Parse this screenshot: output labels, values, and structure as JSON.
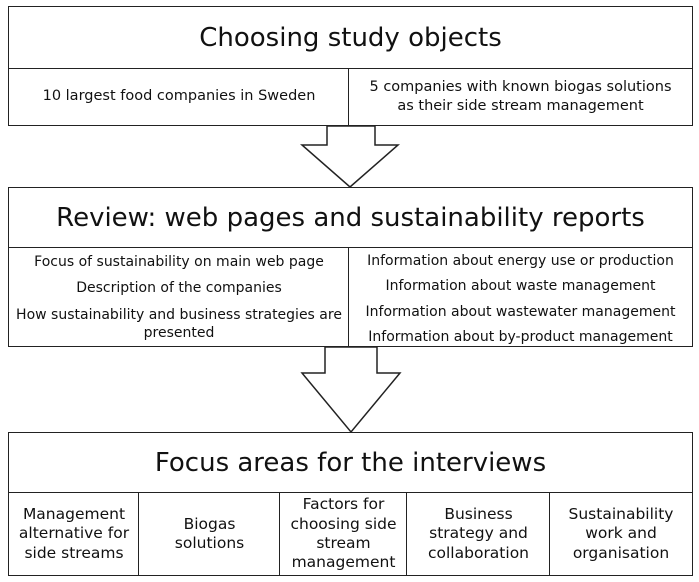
{
  "stage1": {
    "title": "Choosing study objects",
    "left": "10 largest food companies in Sweden",
    "right": "5 companies with known biogas solutions as their side stream management"
  },
  "stage2": {
    "title": "Review: web pages and sustainability reports",
    "left_items": [
      "Focus of sustainability on main web page",
      "Description of the companies",
      "How sustainability and business strategies are presented"
    ],
    "right_items": [
      "Information about energy use or production",
      "Information about waste management",
      "Information about wastewater management",
      "Information about by-product management"
    ]
  },
  "stage3": {
    "title": "Focus areas for the interviews",
    "areas": [
      "Management alternative for side streams",
      "Biogas solutions",
      "Factors for choosing side stream management",
      "Business strategy and collaboration",
      "Sustainability work and organisation"
    ]
  }
}
